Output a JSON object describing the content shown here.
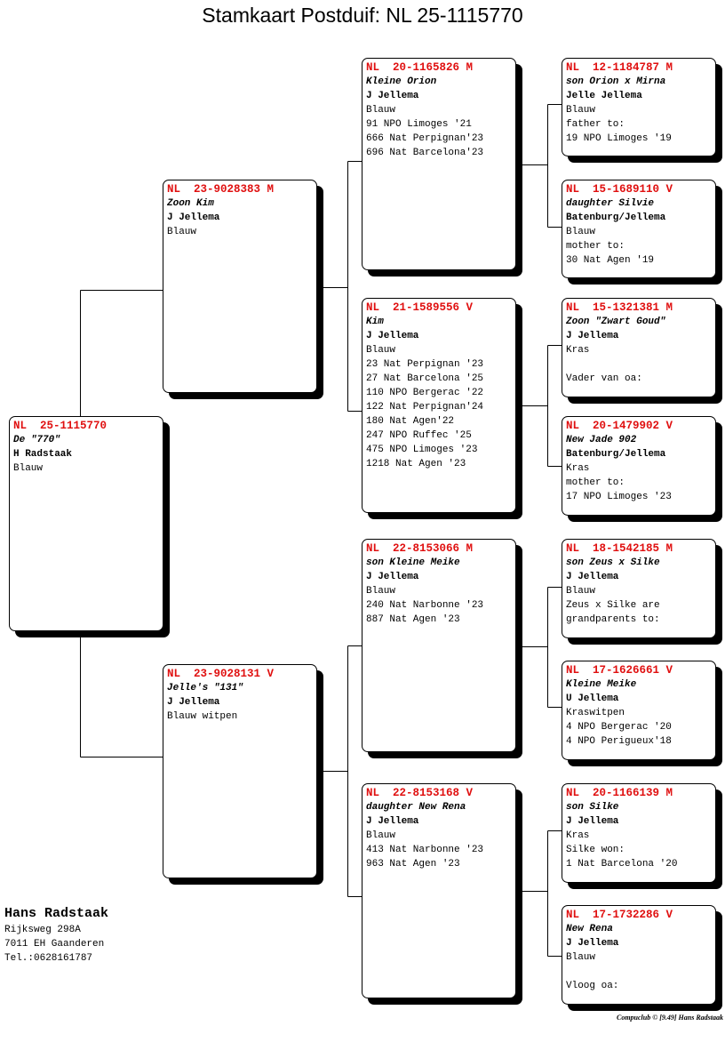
{
  "title": "Stamkaart Postduif: NL  25-1115770",
  "owner": {
    "name": "Hans Radstaak",
    "address": "Rijksweg 298A",
    "city": "7011 EH  Gaanderen",
    "phone": "Tel.:0628161787"
  },
  "footer": "Compuclub © [9.49]  Hans Radstaak",
  "pigeons": [
    {
      "role": "subject",
      "ring": "NL  25-1115770",
      "name": "De \"770\"",
      "breeder": "H Radstaak",
      "lines": [
        "Blauw"
      ]
    },
    {
      "role": "father",
      "ring": "NL  23-9028383 M",
      "name": "Zoon Kim",
      "breeder": "J Jellema",
      "lines": [
        "Blauw"
      ]
    },
    {
      "role": "mother",
      "ring": "NL  23-9028131 V",
      "name": "Jelle's \"131\"",
      "breeder": "J Jellema",
      "lines": [
        "Blauw witpen"
      ]
    },
    {
      "role": "father-father",
      "ring": "NL  20-1165826 M",
      "name": "Kleine Orion",
      "breeder": "J Jellema",
      "lines": [
        "Blauw",
        "91 NPO Limoges '21",
        "666 Nat Perpignan'23",
        "696 Nat Barcelona'23"
      ]
    },
    {
      "role": "father-mother",
      "ring": "NL  21-1589556 V",
      "name": "Kim",
      "breeder": "J Jellema",
      "lines": [
        "Blauw",
        "23 Nat Perpignan '23",
        "27 Nat Barcelona '25",
        "110 NPO Bergerac '22",
        "122 Nat Perpignan'24",
        "180 Nat Agen'22",
        "247 NPO Ruffec '25",
        "475 NPO Limoges '23",
        "1218 Nat Agen '23"
      ]
    },
    {
      "role": "mother-father",
      "ring": "NL  22-8153066 M",
      "name": "son Kleine Meike",
      "breeder": "J Jellema",
      "lines": [
        "Blauw",
        "240 Nat Narbonne '23",
        "887 Nat Agen '23"
      ]
    },
    {
      "role": "mother-mother",
      "ring": "NL  22-8153168 V",
      "name": "daughter New Rena",
      "breeder": "J Jellema",
      "lines": [
        "Blauw",
        "413 Nat Narbonne '23",
        "963 Nat Agen '23"
      ]
    },
    {
      "role": "ff-father",
      "ring": "NL  12-1184787 M",
      "name": "son Orion x Mirna",
      "breeder": "Jelle Jellema",
      "lines": [
        "Blauw",
        "father to:",
        "19 NPO Limoges '19"
      ]
    },
    {
      "role": "ff-mother",
      "ring": "NL  15-1689110 V",
      "name": "daughter Silvie",
      "breeder": "Batenburg/Jellema",
      "lines": [
        "Blauw",
        "mother to:",
        "30 Nat Agen '19"
      ]
    },
    {
      "role": "fm-father",
      "ring": "NL  15-1321381 M",
      "name": "Zoon \"Zwart Goud\"",
      "breeder": "J Jellema",
      "lines": [
        "Kras",
        "",
        "Vader van oa:"
      ]
    },
    {
      "role": "fm-mother",
      "ring": "NL  20-1479902 V",
      "name": "New Jade 902",
      "breeder": "Batenburg/Jellema",
      "lines": [
        "Kras",
        "mother to:",
        "17 NPO Limoges '23"
      ]
    },
    {
      "role": "mf-father",
      "ring": "NL  18-1542185 M",
      "name": "son Zeus x Silke",
      "breeder": "J Jellema",
      "lines": [
        "Blauw",
        "Zeus x Silke are",
        "grandparents to:"
      ]
    },
    {
      "role": "mf-mother",
      "ring": "NL  17-1626661 V",
      "name": "Kleine Meike",
      "breeder": "U Jellema",
      "lines": [
        "Kraswitpen",
        "4 NPO Bergerac '20",
        "4 NPO Perigueux'18"
      ]
    },
    {
      "role": "mm-father",
      "ring": "NL  20-1166139 M",
      "name": "son Silke",
      "breeder": "J Jellema",
      "lines": [
        "Kras",
        "Silke won:",
        "1 Nat Barcelona '20"
      ]
    },
    {
      "role": "mm-mother",
      "ring": "NL  17-1732286 V",
      "name": "New Rena",
      "breeder": "J Jellema",
      "lines": [
        "Blauw",
        "",
        "Vloog oa:"
      ]
    }
  ],
  "colors": {
    "ring": "#e01010",
    "shadow": "#000000"
  }
}
